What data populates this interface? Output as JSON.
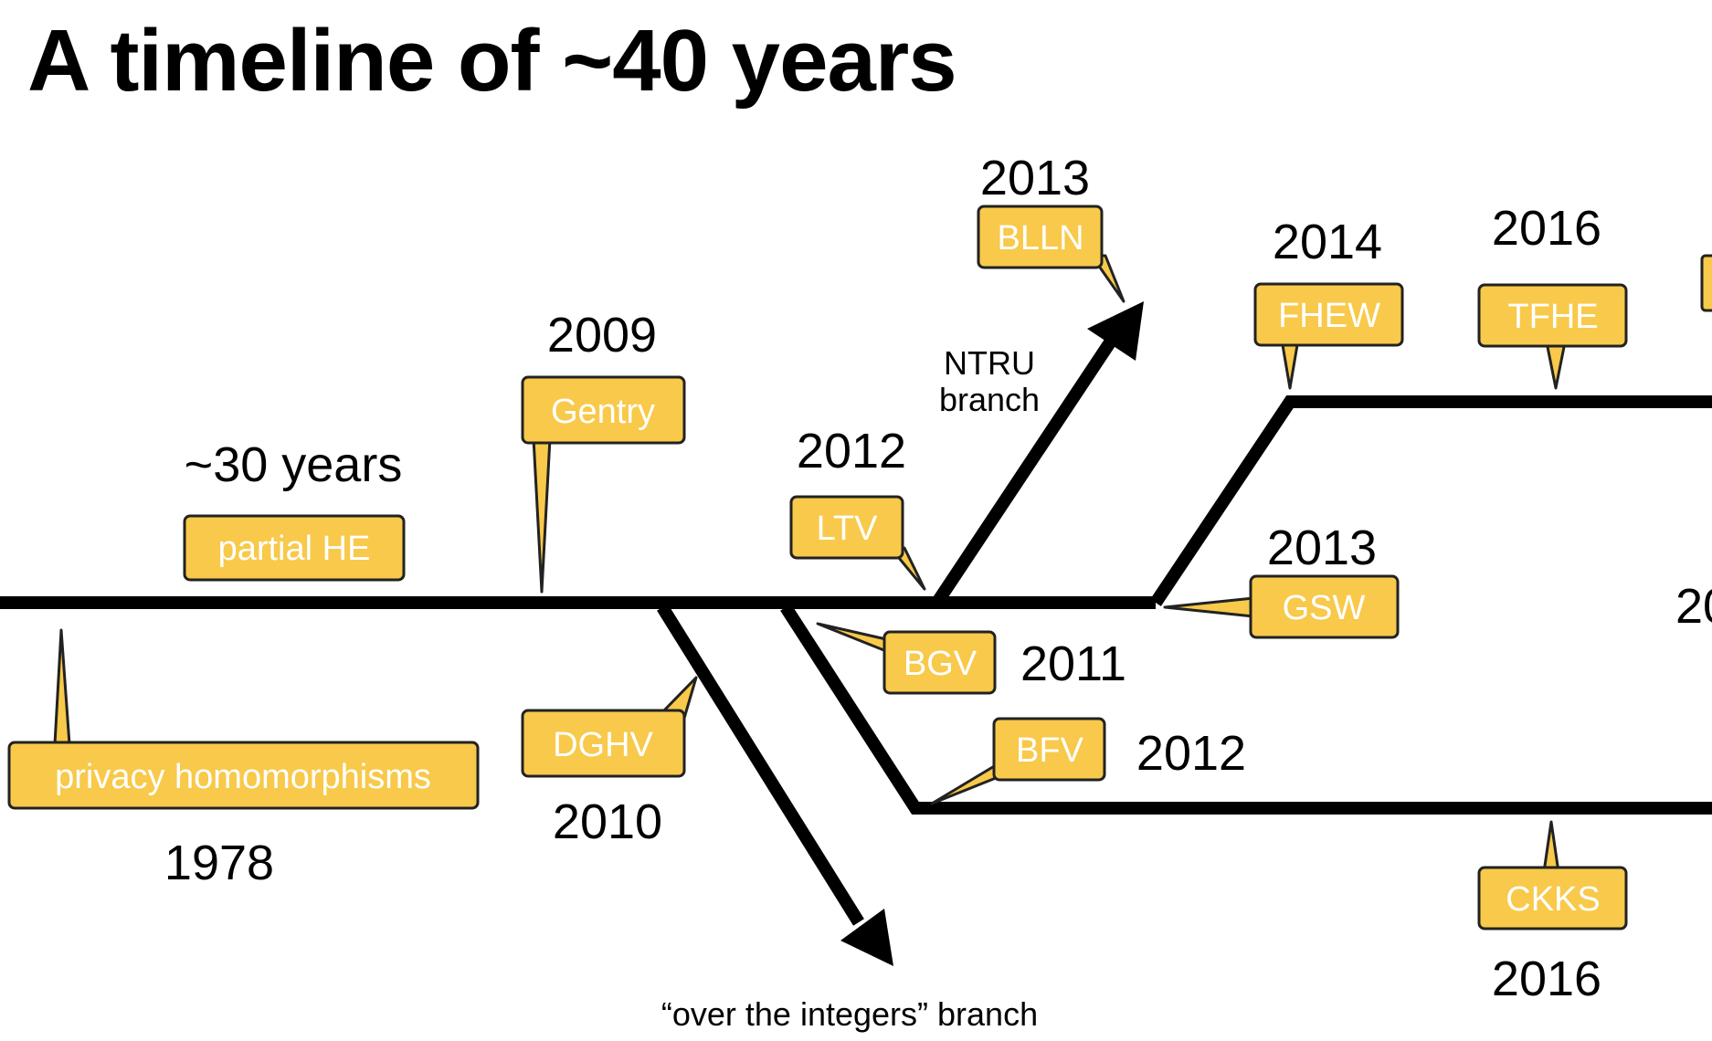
{
  "title": "A timeline of ~40 years",
  "nodes": {
    "privacy": {
      "label": "privacy homomorphisms",
      "year": "1978"
    },
    "partial": {
      "label": "partial HE",
      "note": "~30 years"
    },
    "gentry": {
      "label": "Gentry",
      "year": "2009"
    },
    "dghv": {
      "label": "DGHV",
      "year": "2010"
    },
    "ltv": {
      "label": "LTV",
      "year": "2012"
    },
    "blln": {
      "label": "BLLN",
      "year": "2013"
    },
    "bgv": {
      "label": "BGV",
      "year": "2011"
    },
    "bfv": {
      "label": "BFV",
      "year": "2012"
    },
    "gsw": {
      "label": "GSW",
      "year": "2013"
    },
    "fhew": {
      "label": "FHEW",
      "year": "2014"
    },
    "tfhe": {
      "label": "TFHE",
      "year": "2016"
    },
    "ckks": {
      "label": "CKKS",
      "year": "2016"
    },
    "cut_year": {
      "year": "20"
    }
  },
  "branches": {
    "ntru_line1": "NTRU",
    "ntru_line2": "branch",
    "integers": "“over the integers” branch"
  },
  "colors": {
    "tag_fill": "#f8c94a",
    "tag_text": "#ffffff",
    "line": "#000000"
  }
}
